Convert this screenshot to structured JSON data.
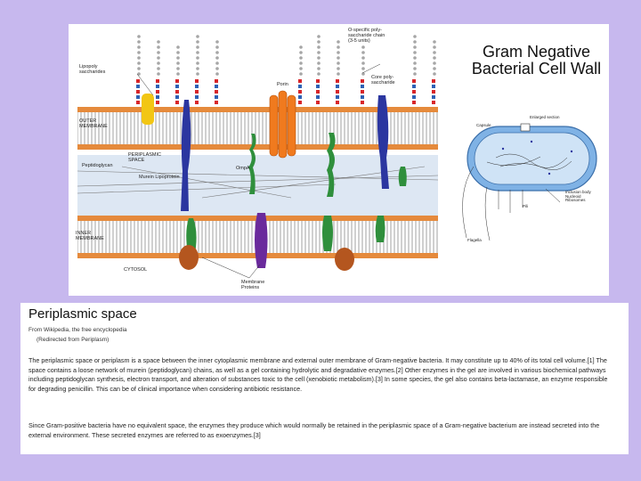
{
  "diagram": {
    "title": "Gram Negative Bacterial Cell Wall",
    "labels": {
      "lipopolysaccharides": "Lipopoly\nsaccharides",
      "outer_membrane": "OUTER\nMEMBRANE",
      "periplasmic_space": "PERIPLASMIC\nSPACE",
      "peptidoglycan": "Peptidoglycan",
      "murein_lipoprotein": "Murein Lipoprotein",
      "ompa": "OmpA",
      "porin": "Porin",
      "inner_membrane": "INNER\nMEMBRANE",
      "cytosol": "CYTOSOL",
      "membrane_proteins": "Membrane\nProteins",
      "o_specific": "O-specific poly-\nsaccharide chain\n(3-5 units)",
      "core_poly": "Core poly-\nsaccharide"
    },
    "cell_labels": {
      "capsule": "Capsule",
      "enlarged_section": "Enlarged section",
      "inclusion_body": "Inclusion body\nNucleoid\nRibosomes",
      "pili": "Pili",
      "flagella": "Flagella"
    },
    "colors": {
      "membrane_head": "#e58a3c",
      "membrane_tail": "#8a8a8a",
      "periplasm": "#dde7f3",
      "porin": "#f07a1e",
      "lps_yellow": "#f2c614",
      "protein_blue": "#2b36a0",
      "protein_green": "#2f8f3c",
      "protein_purple": "#6a2a9c",
      "protein_brown": "#b4561f",
      "lps_red": "#d8262a",
      "lps_blue": "#2d62b5"
    }
  },
  "article": {
    "heading": "Periplasmic space",
    "source": "From Wikipedia, the free encyclopedia",
    "redirect": "(Redirected from Periplasm)",
    "p1": "The periplasmic space or periplasm is a space between the inner cytoplasmic membrane and external outer membrane of Gram-negative bacteria. It may constitute up to 40% of its total cell volume.[1] The space contains a loose network of murein (peptidoglycan) chains, as well as a gel containing hydrolytic and degradative enzymes.[2] Other enzymes in the gel are involved in various biochemical pathways including peptidoglycan synthesis, electron transport, and alteration of substances toxic to the cell (xenobiotic metabolism).[3] In some species, the gel also contains beta-lactamase, an enzyme responsible for degrading penicillin. This can be of clinical importance when considering antibiotic resistance.",
    "p2": "Since Gram-positive bacteria have no equivalent space, the enzymes they produce which would normally be retained in the periplasmic space of a Gram-negative bacterium are instead secreted into the external environment. These secreted enzymes are referred to as exoenzymes.[3]"
  }
}
